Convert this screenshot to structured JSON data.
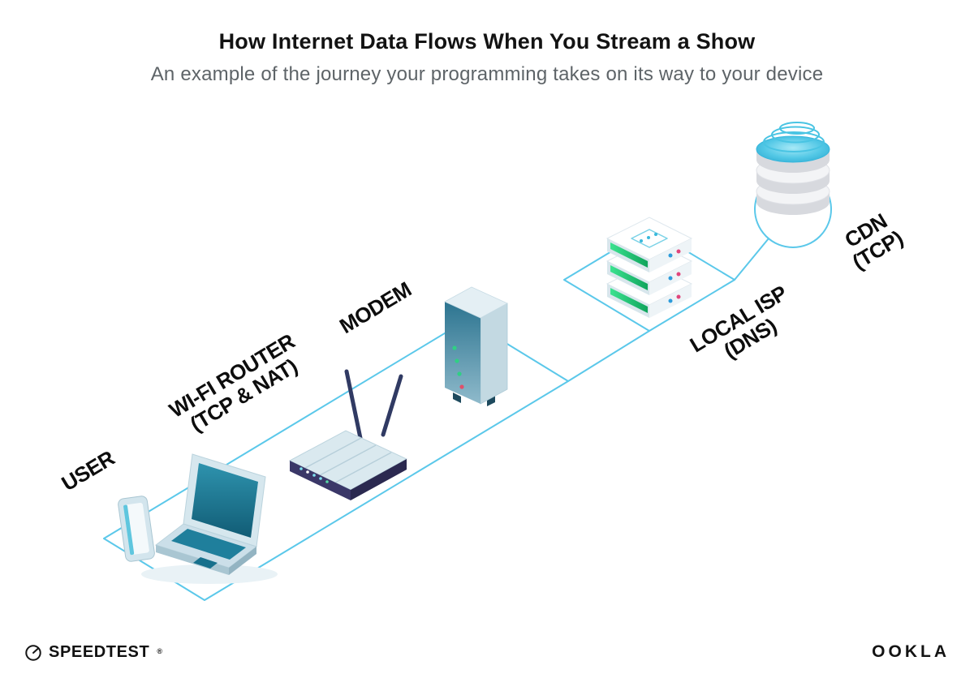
{
  "header": {
    "title": "How Internet Data Flows When You Stream a Show",
    "subtitle": "An example of the journey your programming takes on its way to your device"
  },
  "diagram": {
    "user": {
      "label": "USER"
    },
    "wifi_router": {
      "label": "WI-FI ROUTER",
      "sublabel": "(TCP & NAT)"
    },
    "modem": {
      "label": "MODEM"
    },
    "local_isp": {
      "label": "LOCAL ISP",
      "sublabel": "(DNS)"
    },
    "cdn": {
      "label": "CDN",
      "sublabel": "(TCP)"
    }
  },
  "footer": {
    "speedtest_label": "SPEEDTEST",
    "speedtest_mark": "®",
    "ookla_label": "OOKLA"
  },
  "colors": {
    "connection_line": "#5BC8EA",
    "device_teal": "#1F7F9C",
    "led_green": "#2FD084",
    "led_red": "#E0457B",
    "cdn_cyan": "#35B6DC",
    "text_black": "#111111",
    "subtitle_gray": "#5E6468"
  }
}
